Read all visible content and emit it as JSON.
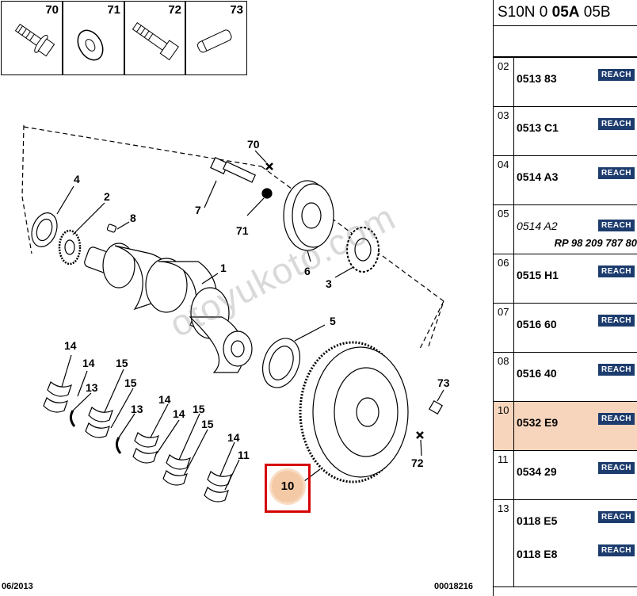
{
  "thumbnails": [
    {
      "num": "70",
      "icon": "bolt-with-washer-icon"
    },
    {
      "num": "71",
      "icon": "washer-icon"
    },
    {
      "num": "72",
      "icon": "bolt-icon"
    },
    {
      "num": "73",
      "icon": "dowel-pin-icon"
    }
  ],
  "diagram": {
    "labels": {
      "l1": "1",
      "l2": "2",
      "l3": "3",
      "l4": "4",
      "l5": "5",
      "l6": "6",
      "l7": "7",
      "l8": "8",
      "l70": "70",
      "l71": "71",
      "l72": "72",
      "l73": "73",
      "l13a": "13",
      "l13b": "13",
      "l14a": "14",
      "l14b": "14",
      "l14c": "14",
      "l14d": "14",
      "l14e": "14",
      "l15a": "15",
      "l15b": "15",
      "l15c": "15",
      "l15d": "15",
      "l11": "11"
    },
    "highlight_label": "10",
    "watermark": "otoyukoto.com",
    "date": "06/2013",
    "ref": "00018216"
  },
  "table": {
    "header": {
      "part1": "S10N 0 ",
      "part2": "05A",
      "part3": " 05B"
    },
    "rows": [
      {
        "pos": "02",
        "codes": [
          "0513 83"
        ],
        "active": false
      },
      {
        "pos": "03",
        "codes": [
          "0513 C1"
        ],
        "active": false
      },
      {
        "pos": "04",
        "codes": [
          "0514 A3"
        ],
        "active": false
      },
      {
        "pos": "05",
        "codes": [
          "0514 A2"
        ],
        "italic": true,
        "note": "RP 98 209 787 80",
        "active": false
      },
      {
        "pos": "06",
        "codes": [
          "0515 H1"
        ],
        "active": false
      },
      {
        "pos": "07",
        "codes": [
          "0516 60"
        ],
        "active": false
      },
      {
        "pos": "08",
        "codes": [
          "0516 40"
        ],
        "active": false
      },
      {
        "pos": "10",
        "codes": [
          "0532 E9"
        ],
        "active": true
      },
      {
        "pos": "11",
        "codes": [
          "0534 29"
        ],
        "active": false
      },
      {
        "pos": "13",
        "codes": [
          "0118 E5",
          "0118 E8"
        ],
        "active": false
      }
    ],
    "reach_label": "REACH"
  }
}
